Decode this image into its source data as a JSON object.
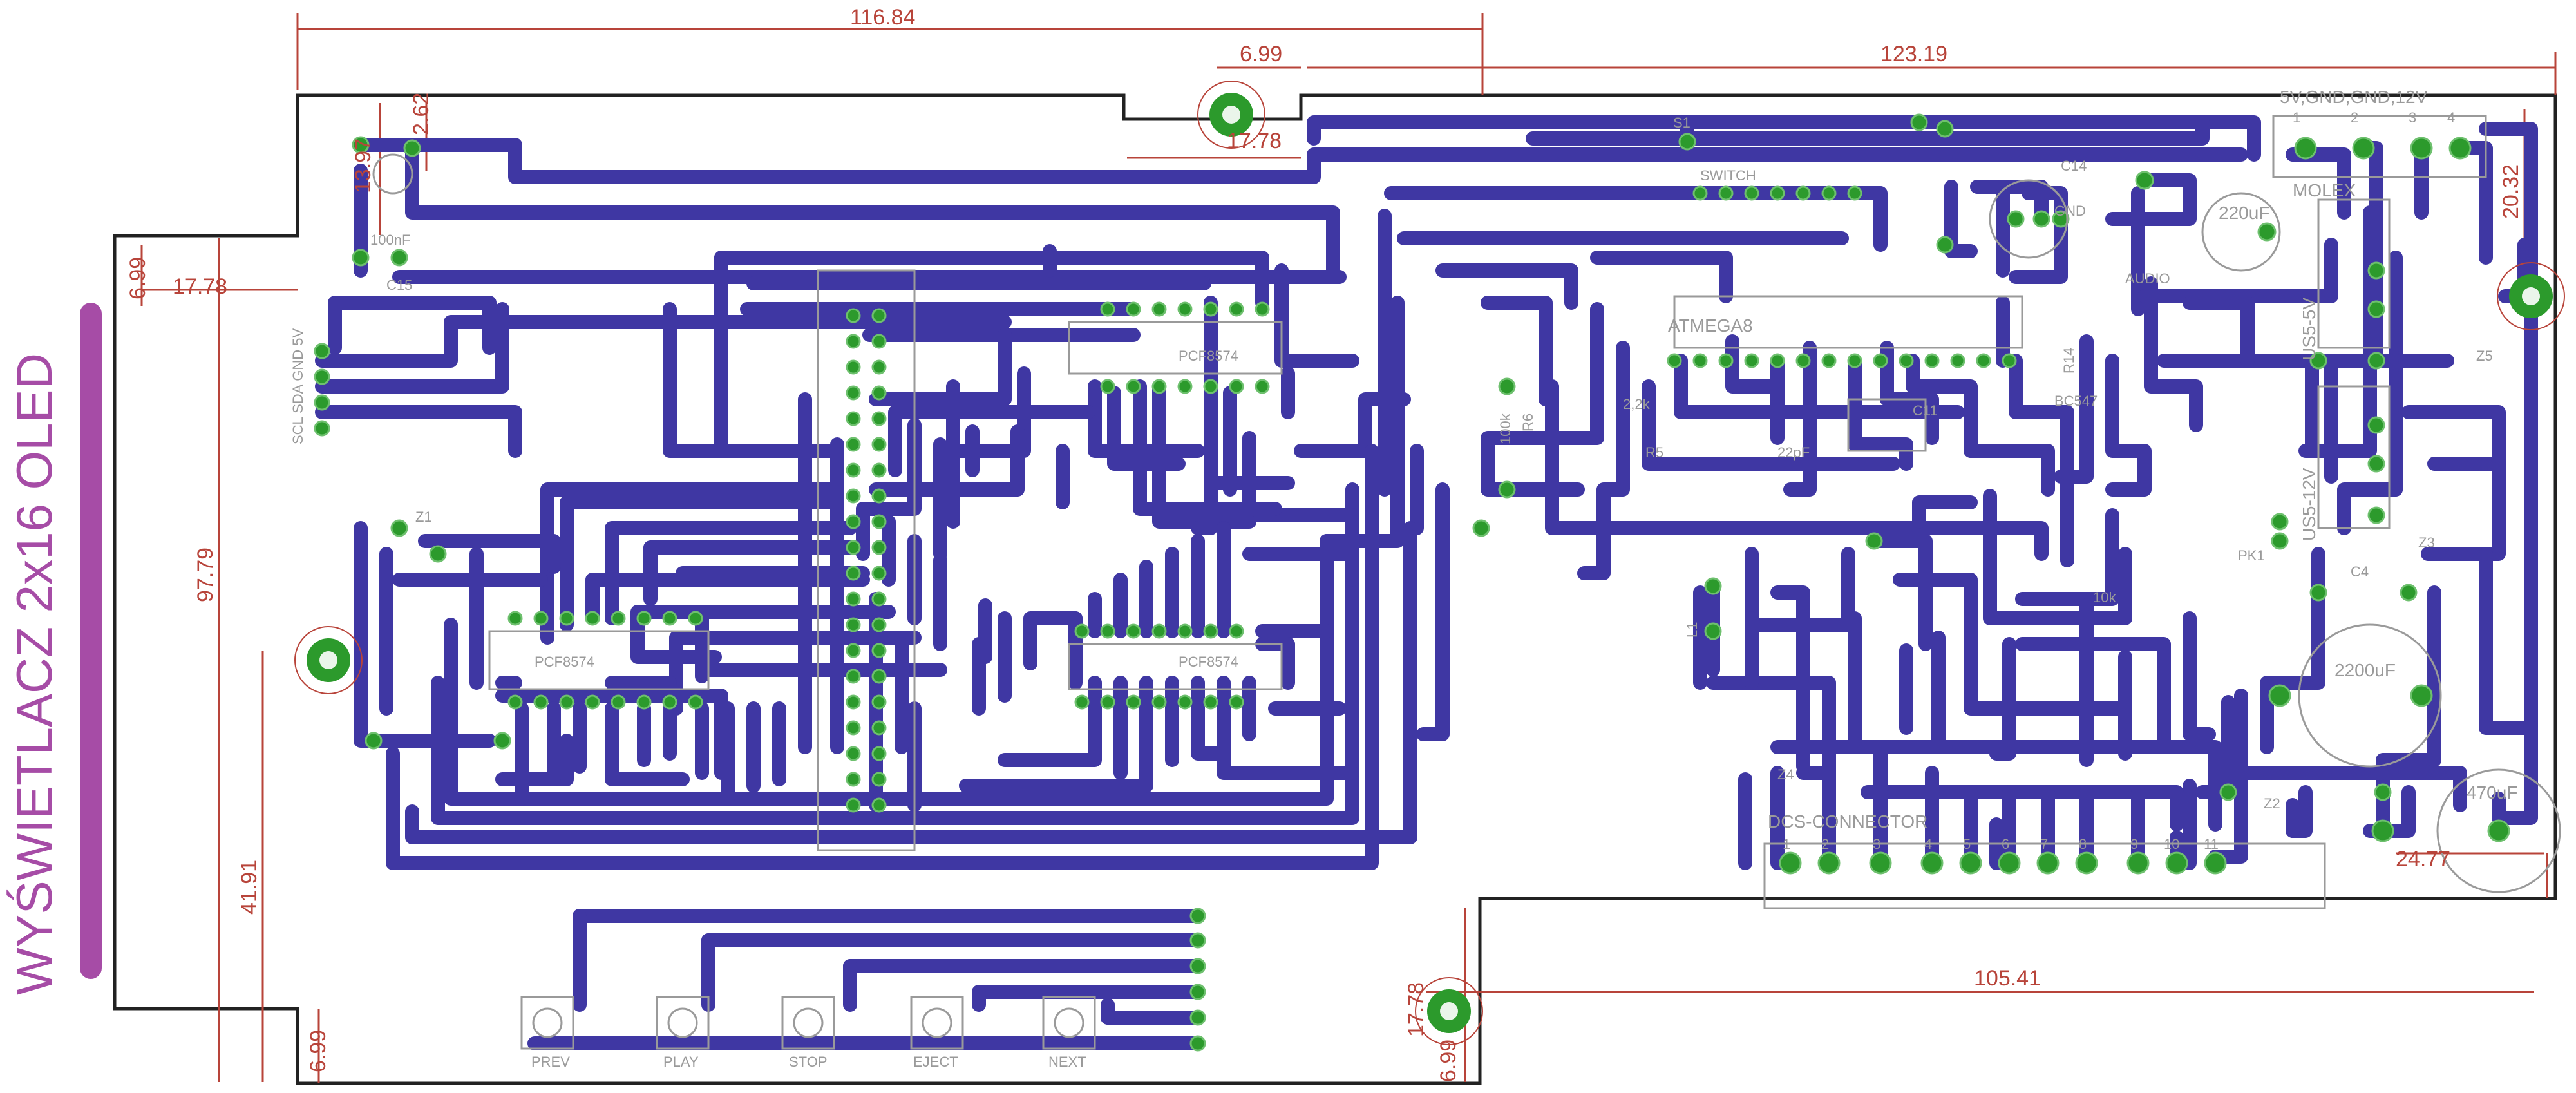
{
  "title": "WYŚWIETLACZ 2x16 OLED",
  "colors": {
    "trace": "#3f37a3",
    "pad": "#2c9a2c",
    "dimension": "#b8443a",
    "silkscreen": "#9a9a9a",
    "outline": "#222222",
    "title": "#a64ca6"
  },
  "dimensions": {
    "d_116_84": "116.84",
    "d_6_99_top": "6.99",
    "d_123_19": "123.19",
    "d_17_78_top": "17.78",
    "d_20_32": "20.32",
    "d_13_97": "13.97",
    "d_2_62": "2.62",
    "d_6_99_left": "6.99",
    "d_17_78_left": "17.78",
    "d_97_79": "97.79",
    "d_41_91": "41.91",
    "d_6_99_bottom": "6.99",
    "d_105_41": "105.41",
    "d_17_78_bottom": "17.78",
    "d_6_99_bottom_r": "6.99",
    "d_24_77": "24.77"
  },
  "components": {
    "connector_title": "5V,GND,GND,12V",
    "molex": "MOLEX",
    "s1": "S1",
    "switch": "SWITCH",
    "c14": "C14",
    "atmega": "ATMEGA8",
    "pcf_top": "PCF8574",
    "pcf_left": "PCF8574",
    "pcf_mid": "PCF8574",
    "c15": "C15",
    "cap_100nf": "100nF",
    "cap_220uf": "220uF",
    "cap_2200uf": "2200uF",
    "cap_470uf": "470uF",
    "cap_22pf": "22pF",
    "c11": "C11",
    "c4": "C4",
    "r5": "R5",
    "r6": "R6",
    "r14": "R14",
    "r10k": "10k",
    "r22k": "2,2k",
    "r100k": "100k",
    "bc547": "BC547",
    "us5_5v": "US5-5V",
    "us5_12v": "US5-12V",
    "pk1": "PK1",
    "l1": "L1",
    "audio": "AUDIO",
    "dcs": "DCS-CONNECTOR",
    "scl": "SCL SDA GND 5V",
    "gnd": "GND",
    "z1": "Z1",
    "z2": "Z2",
    "z3": "Z3",
    "z4": "Z4",
    "z5": "Z5"
  },
  "buttons": [
    {
      "label": "PREV"
    },
    {
      "label": "PLAY"
    },
    {
      "label": "STOP"
    },
    {
      "label": "EJECT"
    },
    {
      "label": "NEXT"
    }
  ],
  "pin_numbers_top": [
    "1",
    "2",
    "3",
    "4"
  ],
  "pin_numbers_dcs": [
    "1",
    "2",
    "3",
    "4",
    "5",
    "6",
    "7",
    "8",
    "9",
    "10",
    "11"
  ]
}
